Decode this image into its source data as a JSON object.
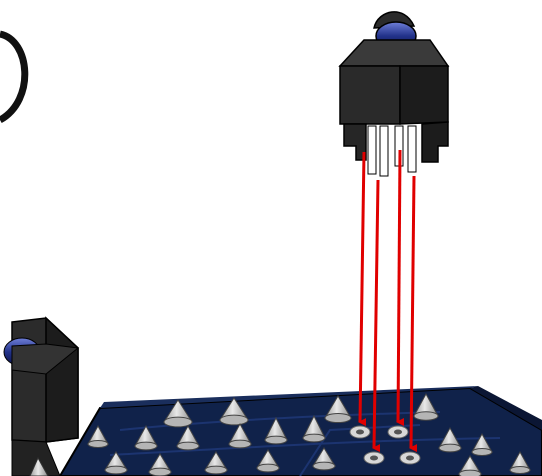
{
  "scene": {
    "components": [
      {
        "name": "ir-sensor-module"
      },
      {
        "name": "ir-sensor-module"
      },
      {
        "name": "circuit-board"
      }
    ],
    "pin_count": 4,
    "insertion_arrow_count": 4,
    "colors": {
      "component_body": "#2b2b2b",
      "lens": "#1f2d73",
      "pcb": "#10224a",
      "pads": "#bfbfbf",
      "arrows": "#e00000",
      "pins": "#ffffff"
    }
  }
}
